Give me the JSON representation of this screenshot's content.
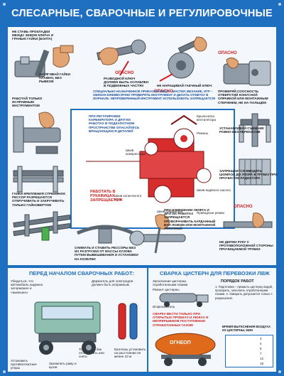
{
  "title": "СЛЕСАРНЫЕ, СВАРОЧНЫЕ И РЕГУЛИРОВОЧНЫЕ РАБОТЫ",
  "danger_label": "ОПАСНО",
  "captions": {
    "gasket": "НЕ СТАВЬ ПРОКЛАДКИ МЕЖДУ ЗЕВОМ КЛЮЧА И ГРАНЬЮ ГАЙКИ (БОЛТА)",
    "tighten": "ЗАТЯГИВАЙ ГАЙКИ ПЛАВНО, БЕЗ РЫВКОВ",
    "wrench": "РАЗВОДНОЙ КЛЮЧ ДОЛЖЕН БЫТЬ ОСЛАБЛЕН В ПОДВИЖНЫХ ЧАСТЯХ",
    "extend": "НЕ НАРАЩИВАЙ ГАЕЧНЫЙ КЛЮЧ",
    "holes": "ПРОВЕРЯЙ СООСНОСТЬ ОТВЕРСТИЙ КОНУСНОЙ ОПРАВКОЙ ИЛИ МОНТАЖНЫМ СТЕРЖНЕМ, НЕ НА ПАЛЬЦЕМ",
    "notice": "СПЕЦИАЛЬНО НАЗНАЧЕННОЕ ПРИКАЗОМ ЛИЦО – МАСТЕР, МЕХАНИК, ИТР – ОБЯЗАН ЕЖЕМЕСЯЧНО ПРОВЕРЯТЬ ИНСТРУМЕНТ И ДЕЛАТЬ ОТМЕТКУ В ЖУРНАЛЕ. НЕПРОВЕРЕННЫЙ ИНСТРУМЕНТ ИСПОЛЬЗОВАТЬ ЗАПРЕЩАЕТСЯ!",
    "tool": "РАБОТАЙ ТОЛЬКО ИСПРАВНЫМ ИНСТРУМЕНТОМ",
    "spring_nuts": "ГАЙКИ КРЕПЛЕНИЯ СТРЕМЯНОК РЕССОР РАЗРЕШАЕТСЯ ОТКРУЧИВАТЬ И ЗАКРУЧИВАТЬ ТОЛЬКО ГАЙКОВЕРТОМ",
    "carb": "ПРИ РЕГУЛИРОВКЕ КАРБЮРАТОРА И ДРУГИХ РАБОТАХ В ПОДКАПОТНОМ ПРОСТРАНСТВЕ ОПАСАЙТЕСЬ ВРАЩАЮЩИХСЯ ДЕТАЛЕЙ",
    "gloves": "РАБОТАТЬ В РУКАВИЦАХ ЗАПРЕЩАЕТСЯ!",
    "puller": "УСТАНАВЛИВАЙ СЪЕМНИК РОВНО БЕЗ ПЕРЕКОСОВ",
    "radiator": "ЗАПРЕЩАЕТСЯ ВВОДИТЬ ШОМПОЛ ДО УПОРА В ТРУБКУ ПРИ ПРОЧИСТКЕ РАДИАТОРА",
    "springs": "СНИМАТЬ И СТАВИТЬ РЕССОРЫ БЕЗ ИХ РАЗГРУЗКИ ОТ МАССЫ КУЗОВА ПУТЕМ ВЫВЕШИВАНИЯ И УСТАНОВКИ НА КОЗЕЛКИ",
    "shaft": "ПРИ ИЗМЕНЕНИИ ЛЮФТА И ДРУГИХ РАБОТАХ ЗАПРЕЩАЕТСЯ ПРОВОРАЧИВАТЬ КАРДАННЫЙ ВАЛ ЛОМОМ ИЛИ МОНТАЖНОЙ ЛОПАТКОЙ",
    "pipe": "НЕ ДЕРЖИ РУКУ С ПРОТИВОПОЛОЖНОЙ СТОРОНЫ ПРОЧИЩАЕМОЙ ТРУБКИ",
    "parts": {
      "p1": "Шкив компрессора",
      "p2": "Крыльчатка вентилятора",
      "p3": "Ремень",
      "p4": "Шкив коленчатого вала",
      "p5": "Шкив генератора",
      "p6": "Шкив водяного насоса",
      "p7": "Приводные ремни"
    }
  },
  "sections": {
    "welding_title": "ПЕРЕД НАЧАЛОМ СВАРОЧНЫХ РАБОТ:",
    "tank_title": "СВАРКА ЦИСТЕРН ДЛЯ ПЕРЕВОЗКИ ЛВЖ",
    "welding_items": [
      "Убедиться, что автомобиль надежно заторможен и «вывешен»",
      "Держатель для электродов должен быть исправным",
      "Баллоны установить на расстоянии не менее 10 м",
      "Установить противооткатные упоры",
      "Заземлить раму и кузов",
      "Топливный бак отсоединить или снять"
    ],
    "tank_items": [
      "Заполнение цистерны отработанными газами",
      "Ремонт цистерны",
      "Искрогаситель"
    ],
    "order_title": "ПОРЯДОК РАБОТ",
    "order_text": "1. Подготовка – промыть цистерну водой, пропарить, заполнить отработанными газами. 2. Заварить допускается только с разрешения.",
    "order_warn": "СВАРКУ ВЕСТИ ТОЛЬКО ПРИ ОТКРЫТЫХ ПРОБКАХ И ЛЮКАХ И НЕПРЕРЫВНОМ ПОСТУПЛЕНИИ ОТРАБОТАННЫХ ГАЗОВ!",
    "tank_label": "ОГНЕОП",
    "table_title": "ВРЕМЯ ВЫТЕСНЕНИЯ ВОЗДУХА ИЗ ЦИСТЕРНЫ, МИН",
    "table_rows": [
      "3",
      "4",
      "5",
      "7",
      "12",
      "15"
    ]
  }
}
